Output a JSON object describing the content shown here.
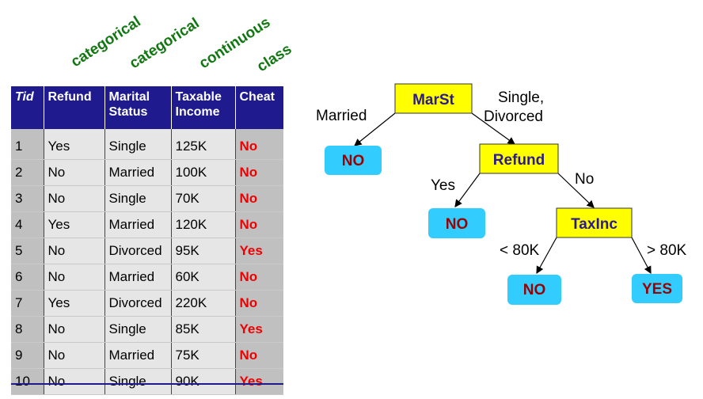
{
  "attribute_types": [
    "categorical",
    "categorical",
    "continuous",
    "class"
  ],
  "table": {
    "headers": [
      "Tid",
      "Refund",
      "Marital\nStatus",
      "Taxable\nIncome",
      "Cheat"
    ],
    "rows": [
      [
        "1",
        "Yes",
        "Single",
        "125K",
        "No"
      ],
      [
        "2",
        "No",
        "Married",
        "100K",
        "No"
      ],
      [
        "3",
        "No",
        "Single",
        "70K",
        "No"
      ],
      [
        "4",
        "Yes",
        "Married",
        "120K",
        "No"
      ],
      [
        "5",
        "No",
        "Divorced",
        "95K",
        "Yes"
      ],
      [
        "6",
        "No",
        "Married",
        "60K",
        "No"
      ],
      [
        "7",
        "Yes",
        "Divorced",
        "220K",
        "No"
      ],
      [
        "8",
        "No",
        "Single",
        "85K",
        "Yes"
      ],
      [
        "9",
        "No",
        "Married",
        "75K",
        "No"
      ],
      [
        "10",
        "No",
        "Single",
        "90K",
        "Yes"
      ]
    ]
  },
  "tree": {
    "nodes": {
      "marst": "MarSt",
      "no_married": "NO",
      "refund": "Refund",
      "no_refund_yes": "NO",
      "taxinc": "TaxInc",
      "no_low": "NO",
      "yes_high": "YES"
    },
    "edges": {
      "married": "Married",
      "single_divorced_line1": "Single,",
      "single_divorced_line2": "Divorced",
      "refund_yes": "Yes",
      "refund_no": "No",
      "tax_low": "< 80K",
      "tax_high": "> 80K"
    }
  },
  "colors": {
    "header_bg": "#1f1a8e",
    "type_label": "#117711",
    "class_text": "#ee0000",
    "decision_fill": "#ffff00",
    "decision_text": "#2a1a8a",
    "leaf_fill": "#33ccff",
    "leaf_text": "#990000"
  }
}
